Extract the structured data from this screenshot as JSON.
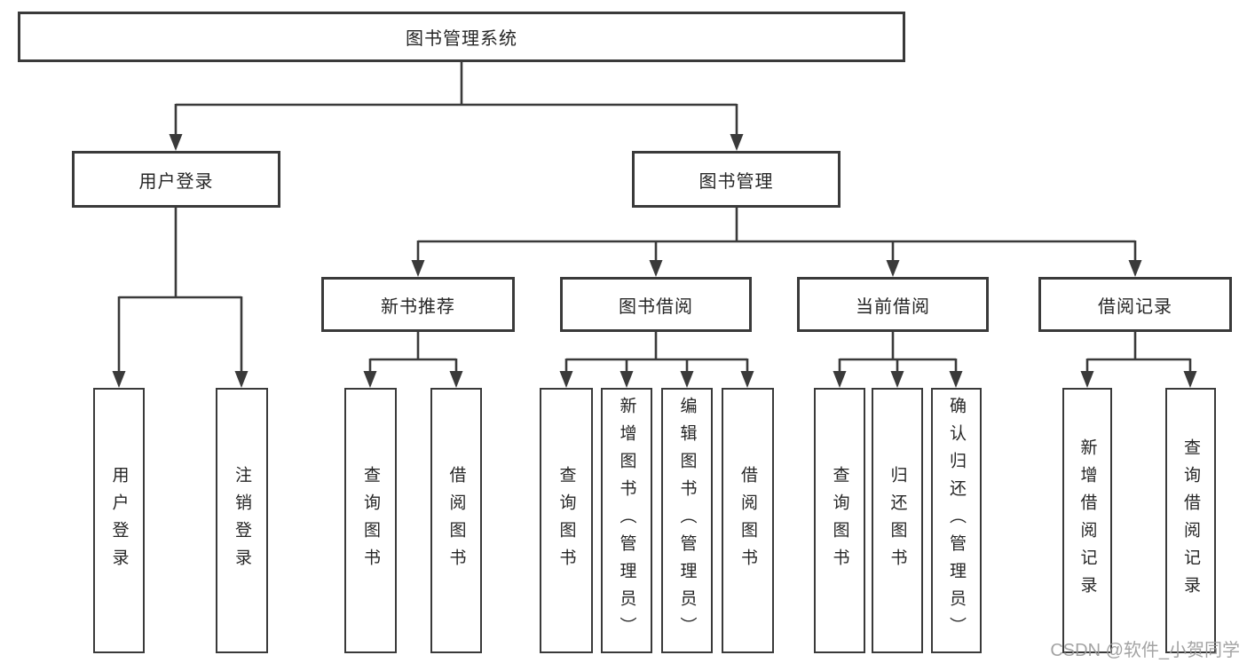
{
  "diagram": {
    "title": "图书管理系统",
    "root": {
      "label": "图书管理系统",
      "children": [
        {
          "label": "用户登录",
          "children": [
            {
              "label": "用户登录"
            },
            {
              "label": "注销登录"
            }
          ]
        },
        {
          "label": "图书管理",
          "children": [
            {
              "label": "新书推荐",
              "children": [
                {
                  "label": "查询图书"
                },
                {
                  "label": "借阅图书"
                }
              ]
            },
            {
              "label": "图书借阅",
              "children": [
                {
                  "label": "查询图书"
                },
                {
                  "label": "新增图书（管理员）"
                },
                {
                  "label": "编辑图书（管理员）"
                },
                {
                  "label": "借阅图书"
                }
              ]
            },
            {
              "label": "当前借阅",
              "children": [
                {
                  "label": "查询图书"
                },
                {
                  "label": "归还图书"
                },
                {
                  "label": "确认归还（管理员）"
                }
              ]
            },
            {
              "label": "借阅记录",
              "children": [
                {
                  "label": "新增借阅记录"
                },
                {
                  "label": "查询借阅记录"
                }
              ]
            }
          ]
        }
      ]
    }
  },
  "watermark": {
    "text": "CSDN @软件_小贺同学"
  },
  "colors": {
    "line": "#3a3a3a",
    "text": "#262626",
    "box-bg": "#ffffff",
    "canvas": "#ffffff",
    "watermark": "#9a9a9a"
  }
}
